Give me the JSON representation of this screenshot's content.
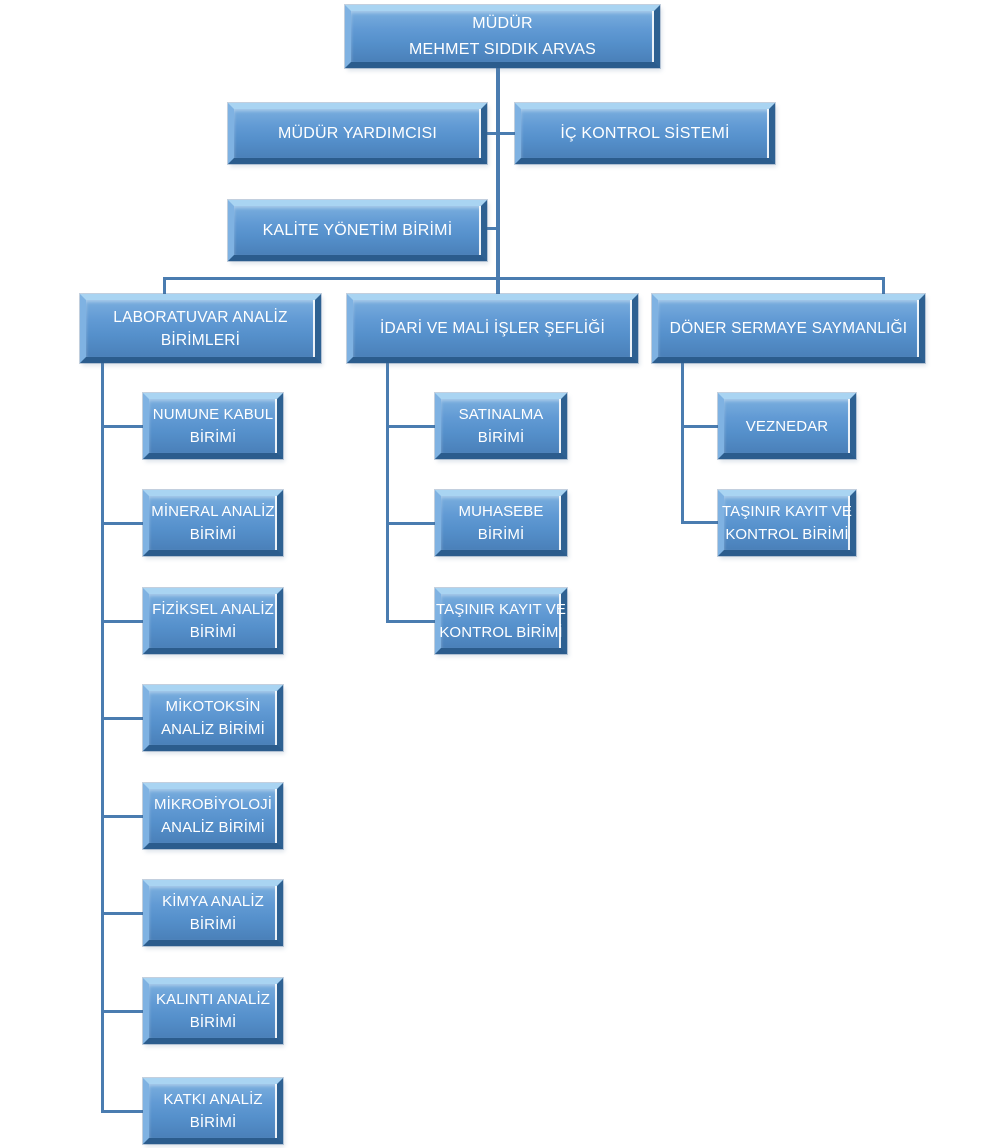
{
  "diagram": {
    "type": "org-chart",
    "background": "#ffffff",
    "box_style": {
      "fill_top": "#7aaede",
      "fill_main": "#5590cb",
      "fill_bottom": "#4a80b9",
      "bevel_light": "#a9d4f2",
      "bevel_dark": "#2e6192",
      "text_color": "#ffffff",
      "connector_color": "#4a7cb0"
    },
    "nodes": {
      "mudur": {
        "l1": "MÜDÜR",
        "l2": "MEHMET SIDDIK ARVAS"
      },
      "mudur_yardimcisi": {
        "l1": "MÜDÜR YARDIMCISI"
      },
      "ic_kontrol": {
        "l1": "İÇ KONTROL SİSTEMİ"
      },
      "kalite": {
        "l1": "KALİTE YÖNETİM BİRİMİ"
      },
      "lab": {
        "l1": "LABORATUVAR ANALİZ",
        "l2": "BİRİMLERİ"
      },
      "idari": {
        "l1": "İDARİ VE MALİ İŞLER ŞEFLİĞİ"
      },
      "doner": {
        "l1": "DÖNER SERMAYE SAYMANLIĞI"
      },
      "numune": {
        "l1": "NUMUNE KABUL",
        "l2": "BİRİMİ"
      },
      "mineral": {
        "l1": "MİNERAL ANALİZ",
        "l2": "BİRİMİ"
      },
      "fiziksel": {
        "l1": "FİZİKSEL ANALİZ",
        "l2": "BİRİMİ"
      },
      "mikotoksin": {
        "l1": "MİKOTOKSİN",
        "l2": "ANALİZ BİRİMİ"
      },
      "mikrobiyoloji": {
        "l1": "MİKROBİYOLOJİ",
        "l2": "ANALİZ BİRİMİ"
      },
      "kimya": {
        "l1": "KİMYA ANALİZ",
        "l2": "BİRİMİ"
      },
      "kalinti": {
        "l1": "KALINTI ANALİZ",
        "l2": "BİRİMİ"
      },
      "katki": {
        "l1": "KATKI ANALİZ",
        "l2": "BİRİMİ"
      },
      "satinalma": {
        "l1": "SATINALMA",
        "l2": "BİRİMİ"
      },
      "muhasebe": {
        "l1": "MUHASEBE",
        "l2": "BİRİMİ"
      },
      "tasinir_idari": {
        "l1": "TAŞINIR KAYIT VE",
        "l2": "KONTROL BİRİMİ"
      },
      "veznedar": {
        "l1": "VEZNEDAR"
      },
      "tasinir_doner": {
        "l1": "TAŞINIR KAYIT VE",
        "l2": "KONTROL BİRİMİ"
      }
    },
    "edges": [
      {
        "from": "mudur",
        "to": "mudur_yardimcisi"
      },
      {
        "from": "mudur",
        "to": "ic_kontrol"
      },
      {
        "from": "mudur",
        "to": "kalite"
      },
      {
        "from": "mudur",
        "to": "lab"
      },
      {
        "from": "mudur",
        "to": "idari"
      },
      {
        "from": "mudur",
        "to": "doner"
      },
      {
        "from": "lab",
        "to": "numune"
      },
      {
        "from": "lab",
        "to": "mineral"
      },
      {
        "from": "lab",
        "to": "fiziksel"
      },
      {
        "from": "lab",
        "to": "mikotoksin"
      },
      {
        "from": "lab",
        "to": "mikrobiyoloji"
      },
      {
        "from": "lab",
        "to": "kimya"
      },
      {
        "from": "lab",
        "to": "kalinti"
      },
      {
        "from": "lab",
        "to": "katki"
      },
      {
        "from": "idari",
        "to": "satinalma"
      },
      {
        "from": "idari",
        "to": "muhasebe"
      },
      {
        "from": "idari",
        "to": "tasinir_idari"
      },
      {
        "from": "doner",
        "to": "veznedar"
      },
      {
        "from": "doner",
        "to": "tasinir_doner"
      }
    ]
  }
}
